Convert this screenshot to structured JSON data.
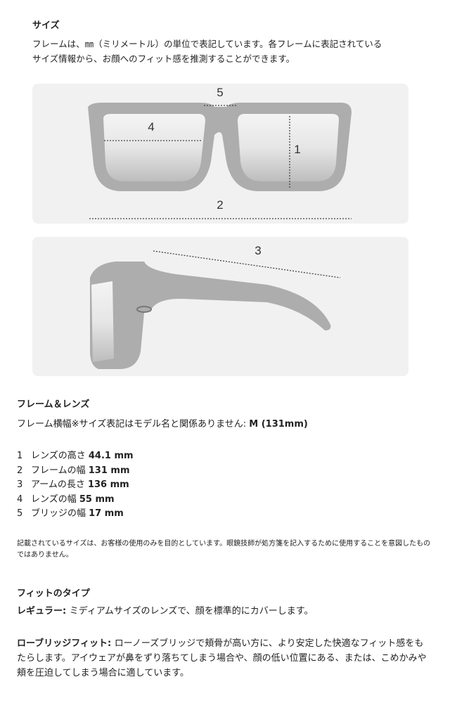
{
  "size_section": {
    "title": "サイズ",
    "description_line1": "フレームは、㎜（ミリメートル）の単位で表記しています。各フレームに表記されている",
    "description_line2": "サイズ情報から、お顔へのフィット感を推測することができます。"
  },
  "diagram": {
    "labels": {
      "lens_height": "1",
      "frame_width": "2",
      "arm_length": "3",
      "lens_width": "4",
      "bridge_width": "5"
    }
  },
  "frame_lens": {
    "title": "フレーム＆レンズ",
    "size_label": "フレーム横幅※サイズ表記はモデル名と関係ありません: ",
    "size_value": "M (131mm)",
    "measurements": [
      {
        "num": "1",
        "label": "レンズの高さ ",
        "value": "44.1 mm"
      },
      {
        "num": "2",
        "label": "フレームの幅 ",
        "value": "131 mm"
      },
      {
        "num": "3",
        "label": "アームの長さ ",
        "value": "136 mm"
      },
      {
        "num": "4",
        "label": "レンズの幅 ",
        "value": "55 mm"
      },
      {
        "num": "5",
        "label": "ブリッジの幅 ",
        "value": "17 mm"
      }
    ],
    "note_line1": "記載されているサイズは、お客様の使用のみを目的としています。眼鏡技師が処方箋を記入するために使用することを意図したもの",
    "note_line2": "ではありません。"
  },
  "fit": {
    "title": "フィットのタイプ",
    "regular_label": "レギュラー: ",
    "regular_text": "ミディアムサイズのレンズで、顔を標準的にカバーします。",
    "low_label": "ローブリッジフィット: ",
    "low_line1": "ローノーズブリッジで頬骨が高い方に、より安定した快適なフィット感をも",
    "low_line2": "たらします。アイウェアが鼻をずり落ちてしまう場合や、顔の低い位置にある、または、こめかみや",
    "low_line3": "頬を圧迫してしまう場合に適しています。"
  }
}
